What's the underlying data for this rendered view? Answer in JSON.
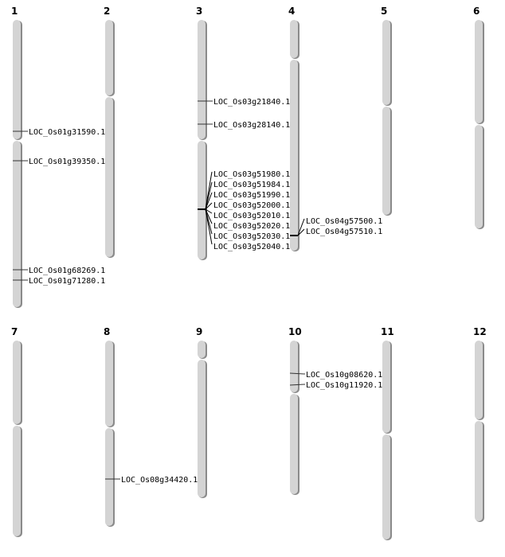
{
  "chromosomes": [
    {
      "name": "1",
      "genes": [
        "LOC_Os01g31590.1",
        "LOC_Os01g39350.1",
        "LOC_Os01g68269.1",
        "LOC_Os01g71280.1"
      ]
    },
    {
      "name": "2",
      "genes": []
    },
    {
      "name": "3",
      "genes": [
        "LOC_Os03g21840.1",
        "LOC_Os03g28140.1",
        "LOC_Os03g51980.1",
        "LOC_Os03g51984.1",
        "LOC_Os03g51990.1",
        "LOC_Os03g52000.1",
        "LOC_Os03g52010.1",
        "LOC_Os03g52020.1",
        "LOC_Os03g52030.1",
        "LOC_Os03g52040.1"
      ]
    },
    {
      "name": "4",
      "genes": [
        "LOC_Os04g57500.1",
        "LOC_Os04g57510.1"
      ]
    },
    {
      "name": "5",
      "genes": []
    },
    {
      "name": "6",
      "genes": []
    },
    {
      "name": "7",
      "genes": []
    },
    {
      "name": "8",
      "genes": [
        "LOC_Os08g34420.1"
      ]
    },
    {
      "name": "9",
      "genes": []
    },
    {
      "name": "10",
      "genes": [
        "LOC_Os10g08620.1",
        "LOC_Os10g11920.1"
      ]
    },
    {
      "name": "11",
      "genes": []
    },
    {
      "name": "12",
      "genes": []
    }
  ],
  "colors": {
    "chromosome": "#d4d4d4",
    "shadow": "#8a8a8a",
    "line": "#000000"
  }
}
